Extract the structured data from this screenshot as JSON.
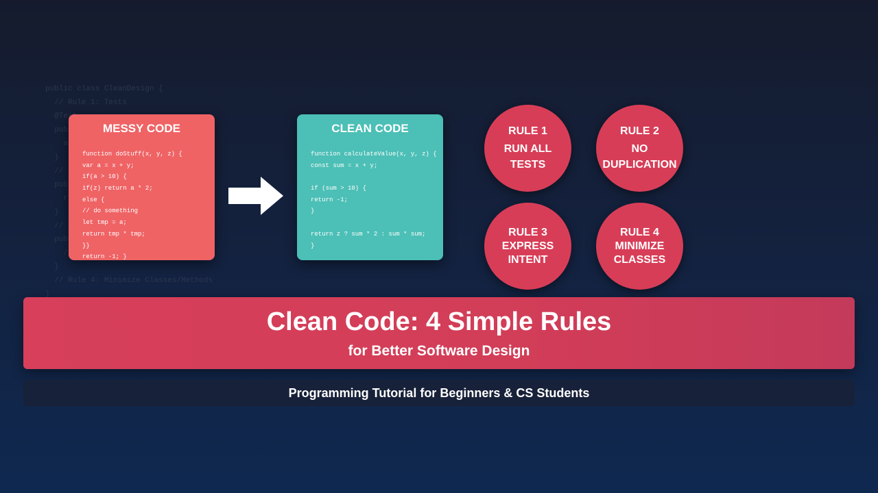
{
  "background_code": [
    "public class CleanDesign {",
    "  // Rule 1: Tests",
    "  @Test",
    "  publ",
    "    a",
    "  }",
    "  //",
    "  publ",
    "    r",
    "  }",
    "  //",
    "  publ",
    "    /",
    "  }",
    "  // Rule 4: Minimize Classes/Methods",
    "}"
  ],
  "messy_card": {
    "title": "MESSY CODE",
    "code": [
      "function doStuff(x, y, z) {",
      "var a = x + y;",
      "if(a > 10) {",
      "if(z) return a * 2;",
      "else {",
      "// do something",
      "let tmp = a;",
      "return tmp * tmp;",
      "}}",
      "return -1; }"
    ],
    "color": "#ef6365"
  },
  "clean_card": {
    "title": "CLEAN CODE",
    "code": [
      "function calculateValue(x, y, z) {",
      "const sum = x + y;",
      "",
      "if (sum > 10) {",
      "return -1;",
      "}",
      "",
      "return z ? sum * 2 : sum * sum;",
      "}"
    ],
    "color": "#4cbfb6"
  },
  "arrow_icon": "right-arrow",
  "rules": [
    {
      "number": "RULE 1",
      "text": "RUN ALL\nTESTS"
    },
    {
      "number": "RULE 2",
      "text": "NO\nDUPLICATION"
    },
    {
      "number": "RULE 3",
      "text": "EXPRESS\nINTENT"
    },
    {
      "number": "RULE 4",
      "text": "MINIMIZE\nCLASSES"
    }
  ],
  "rule_color": "#d83d57",
  "banner": {
    "title": "Clean Code: 4 Simple Rules",
    "subtitle": "for Better Software Design"
  },
  "tagline": "Programming Tutorial for Beginners & CS Students"
}
